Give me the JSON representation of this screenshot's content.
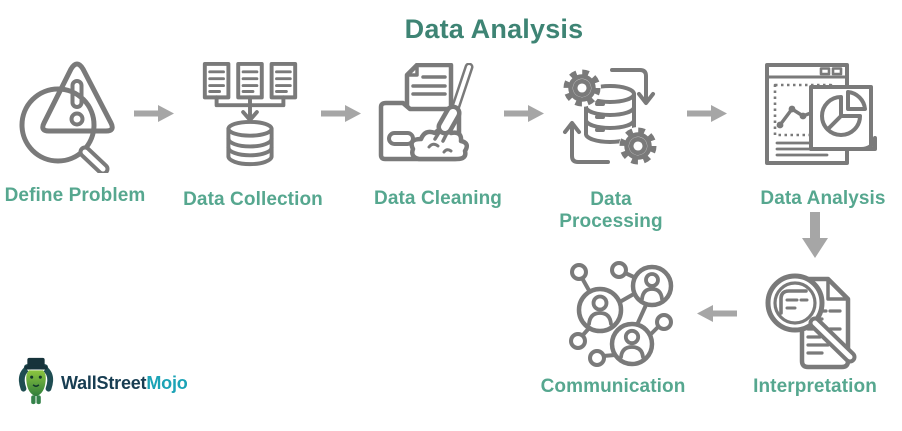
{
  "title": "Data Analysis",
  "steps": [
    {
      "label": "Define Problem",
      "icon": "warning-magnifier-icon"
    },
    {
      "label": "Data Collection",
      "icon": "documents-to-database-icon"
    },
    {
      "label": "Data Cleaning",
      "icon": "folder-broom-icon"
    },
    {
      "label": "Data Processing",
      "icon": "gears-database-icon"
    },
    {
      "label": "Data Analysis",
      "icon": "charts-report-icon"
    },
    {
      "label": "Interpretation",
      "icon": "document-magnifier-icon"
    },
    {
      "label": "Communication",
      "icon": "people-network-icon"
    }
  ],
  "arrows": [
    {
      "name": "flow-arrow-1",
      "direction": "right",
      "from": "Define Problem",
      "to": "Data Collection"
    },
    {
      "name": "flow-arrow-2",
      "direction": "right",
      "from": "Data Collection",
      "to": "Data Cleaning"
    },
    {
      "name": "flow-arrow-3",
      "direction": "right",
      "from": "Data Cleaning",
      "to": "Data Processing"
    },
    {
      "name": "flow-arrow-4",
      "direction": "right",
      "from": "Data Processing",
      "to": "Data Analysis"
    },
    {
      "name": "flow-arrow-5",
      "direction": "down",
      "from": "Data Analysis",
      "to": "Interpretation"
    },
    {
      "name": "flow-arrow-6",
      "direction": "left",
      "from": "Interpretation",
      "to": "Communication"
    }
  ],
  "logo": {
    "brand_primary": "WallStreet",
    "brand_secondary": "Mojo",
    "mascot": "bull-mascot-icon"
  },
  "colors": {
    "title_text": "#3e8474",
    "label_text": "#56a78f",
    "icon_stroke": "#7a7a7a",
    "arrow_fill": "#a6a6a6",
    "brand_primary_text": "#173d52",
    "brand_secondary_text": "#1ba3b6",
    "mascot_green": "#2f7d3b",
    "background": "#ffffff"
  }
}
